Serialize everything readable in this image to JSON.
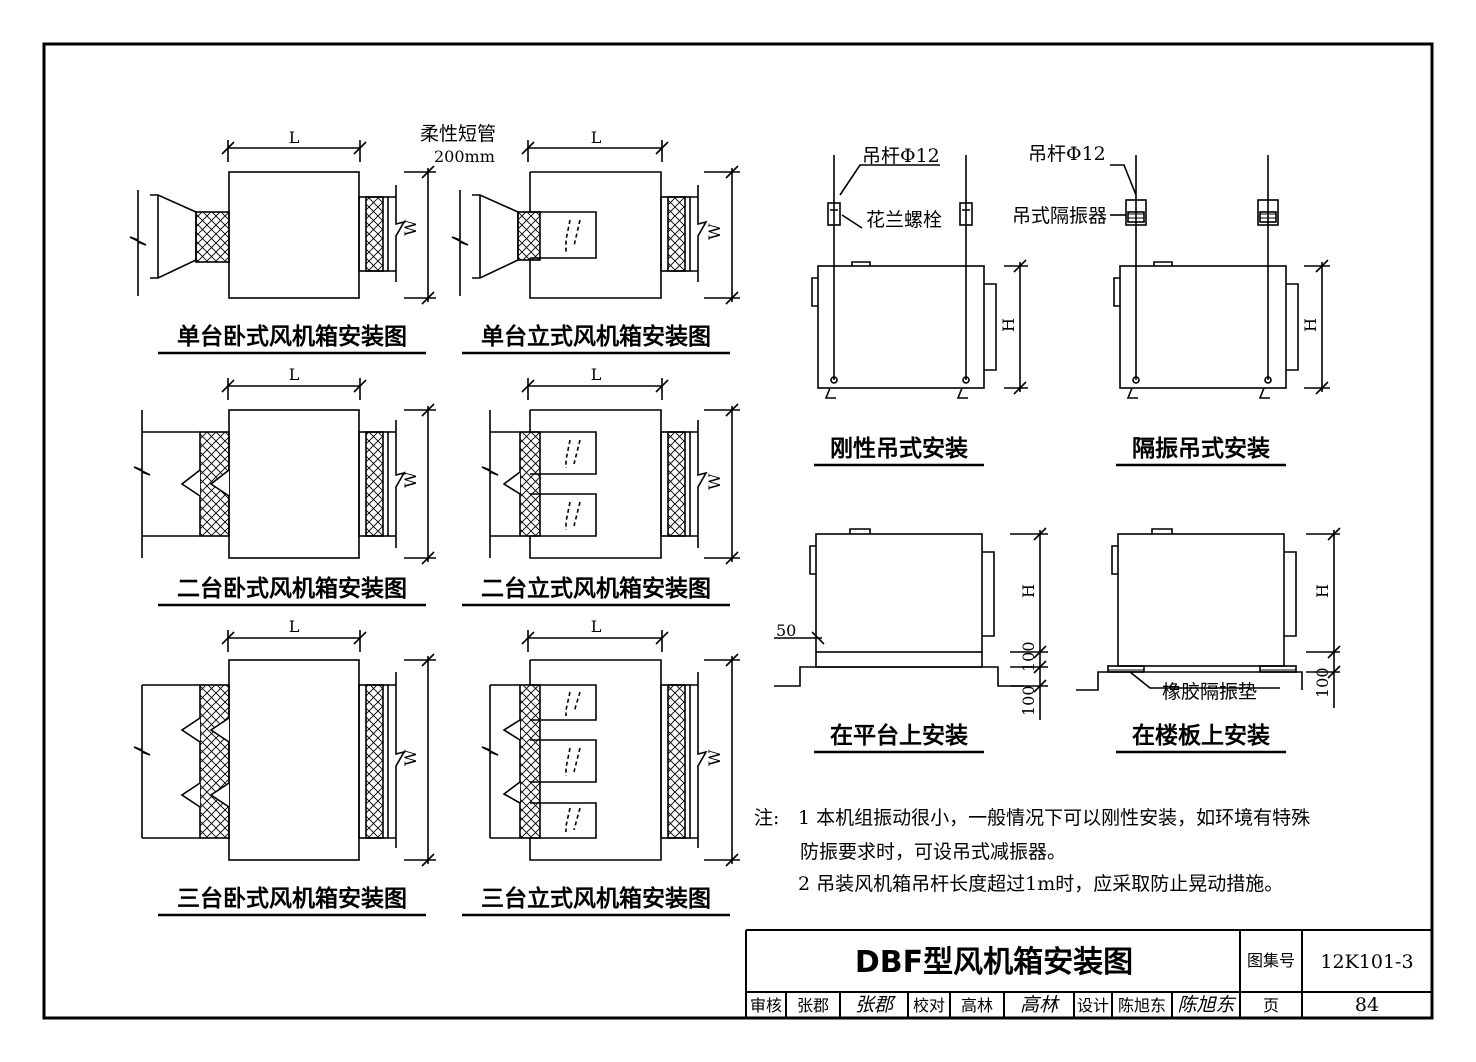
{
  "views": {
    "v1_title": "单台卧式风机箱安装图",
    "v2_title": "单台立式风机箱安装图",
    "v3_title": "二台卧式风机箱安装图",
    "v4_title": "二台立式风机箱安装图",
    "v5_title": "三台卧式风机箱安装图",
    "v6_title": "三台立式风机箱安装图",
    "v7_title": "刚性吊式安装",
    "v8_title": "隔振吊式安装",
    "v9_title": "在平台上安装",
    "v10_title": "在楼板上安装"
  },
  "dims": {
    "L": "L",
    "W": "W",
    "H": "H",
    "d50": "50",
    "d100": "100"
  },
  "callouts": {
    "flex_duct": "柔性短管",
    "flex_len": "200mm",
    "rod_rigid": "吊杆Φ12",
    "turnbuckle": "花兰螺栓",
    "rod_iso": "吊杆Φ12",
    "isolator": "吊式隔振器",
    "rubber_pad": "橡胶隔振垫"
  },
  "notes": {
    "prefix": "注:",
    "n1a": "1 本机组振动很小，一般情况下可以刚性安装，如环境有特殊",
    "n1b": "防振要求时，可设吊式减振器。",
    "n2": "2 吊装风机箱吊杆长度超过1m时，应采取防止晃动措施。"
  },
  "title_block": {
    "title": "DBF型风机箱安装图",
    "atlas_label": "图集号",
    "atlas_no": "12K101-3",
    "review_label": "审核",
    "reviewer": "张郡",
    "reviewer_sig": "张郡",
    "check_label": "校对",
    "checker": "高林",
    "checker_sig": "高林",
    "design_label": "设计",
    "designer": "陈旭东",
    "designer_sig": "陈旭东",
    "page_label": "页",
    "page_no": "84"
  }
}
